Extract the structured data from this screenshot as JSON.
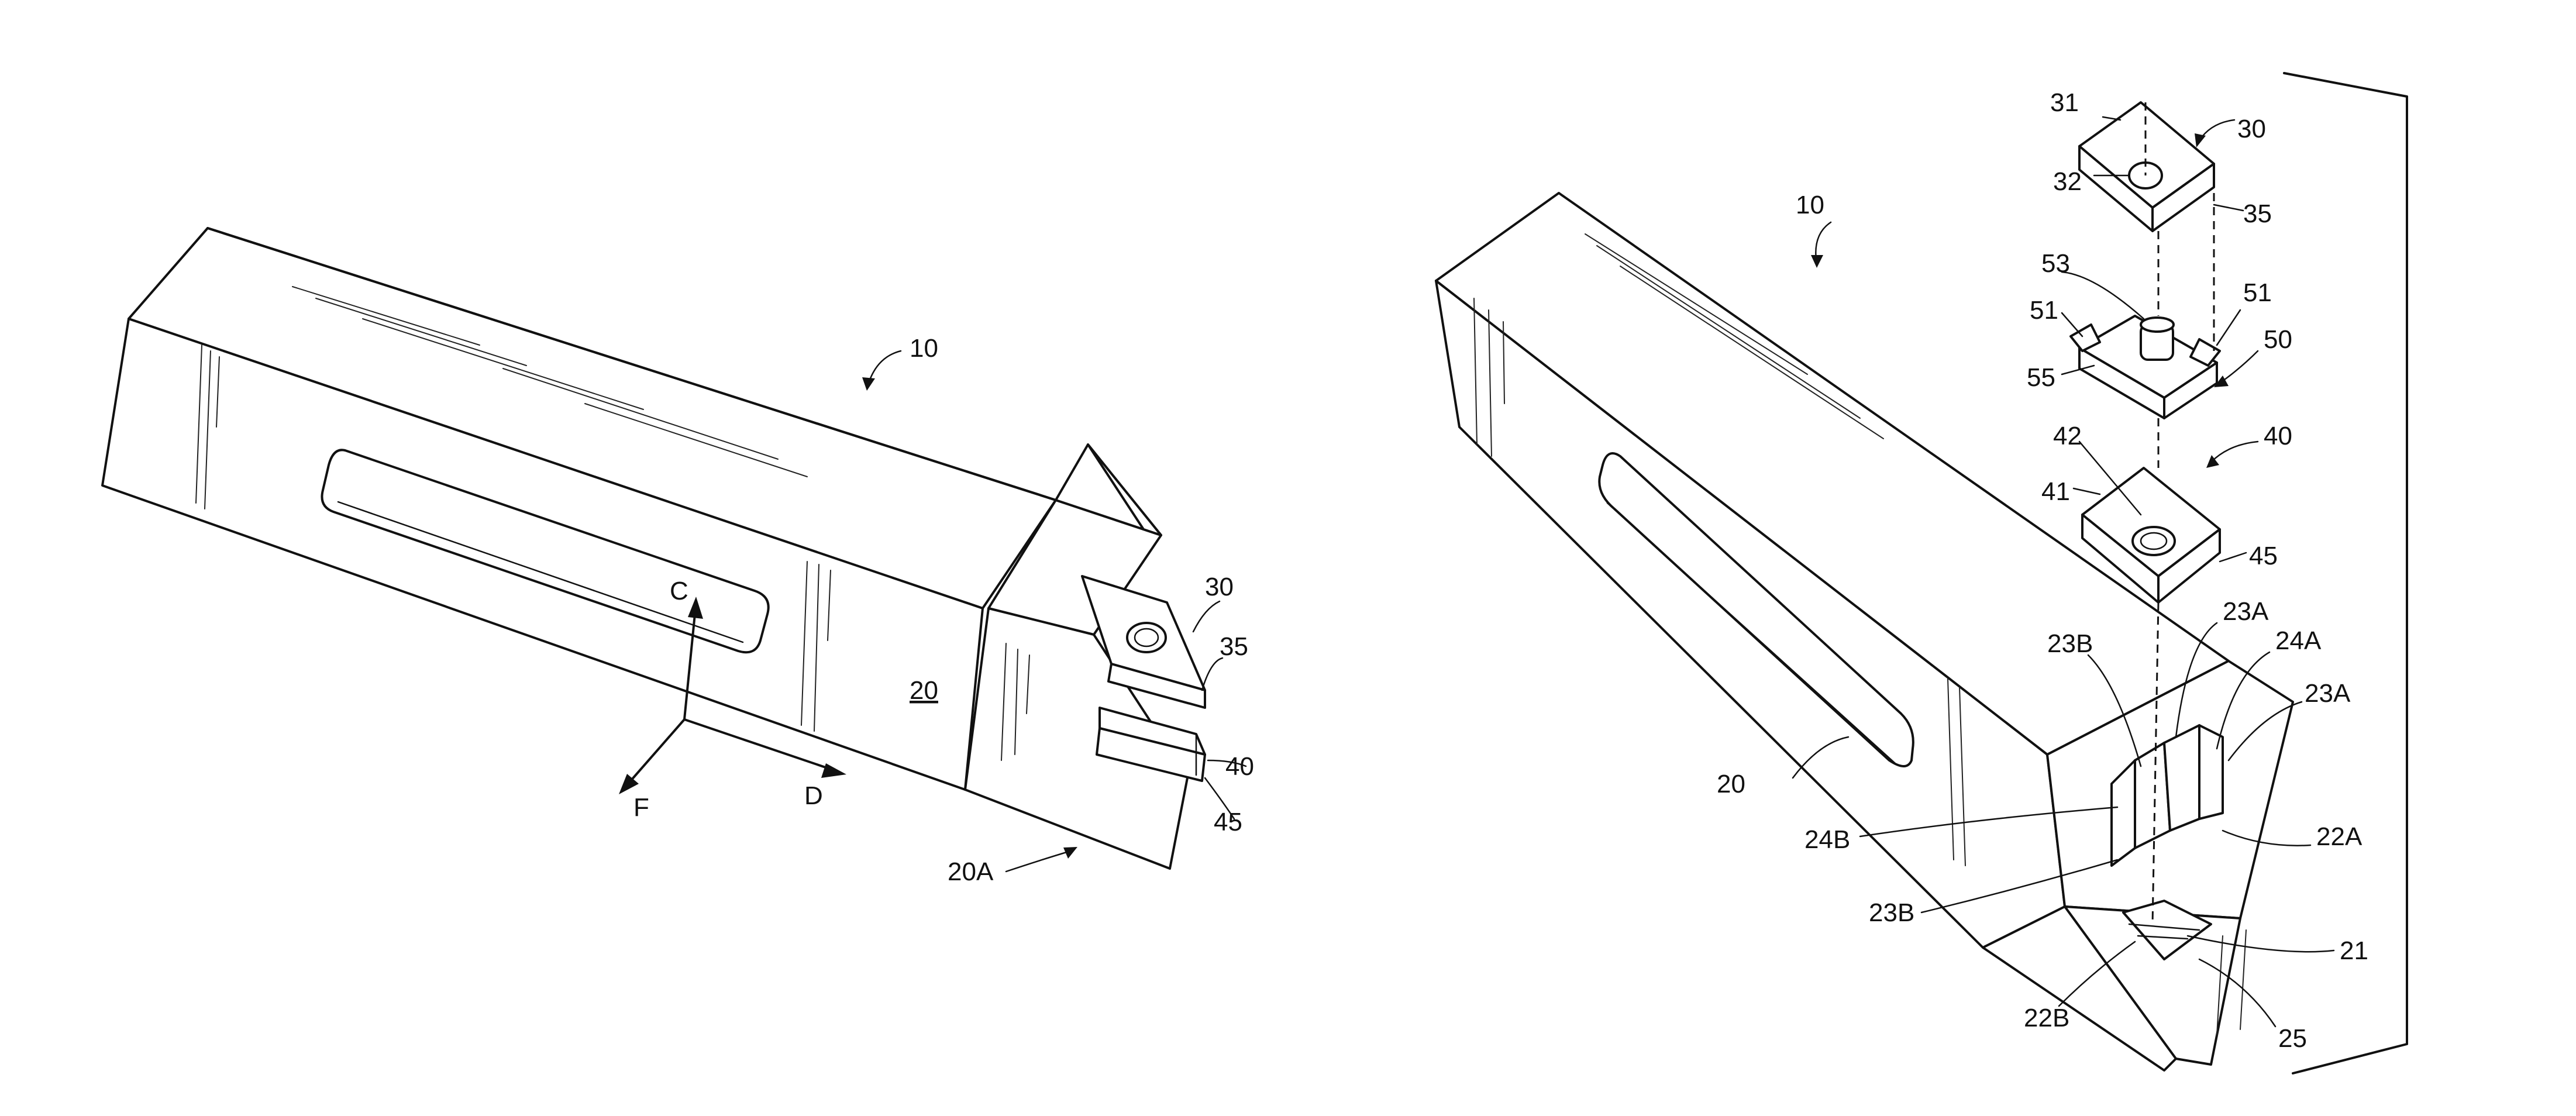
{
  "figure_left": {
    "labels": {
      "tool": "10",
      "body": "20",
      "insert": "30",
      "insert_corner": "35",
      "shim": "40",
      "shim_corner": "45",
      "head": "20A",
      "axis_c": "C",
      "axis_d": "D",
      "axis_f": "F"
    }
  },
  "figure_right": {
    "labels": {
      "tool": "10",
      "body": "20",
      "insert": "30",
      "insert_face": "31",
      "insert_hole": "32",
      "insert_corner": "35",
      "pin_top": "53",
      "tab_left": "51",
      "tab_right": "51",
      "pin_member": "50",
      "pin_base": "55",
      "shim": "40",
      "shim_hole": "42",
      "shim_face": "41",
      "shim_corner": "45",
      "wall_23a_top": "23A",
      "notch_24a": "24A",
      "wall_23a_right": "23A",
      "wall_23b_top": "23B",
      "notch_24b": "24B",
      "wall_23b_bottom": "23B",
      "side_22a": "22A",
      "pocket": "21",
      "side_22b": "22B",
      "floor": "25"
    }
  }
}
